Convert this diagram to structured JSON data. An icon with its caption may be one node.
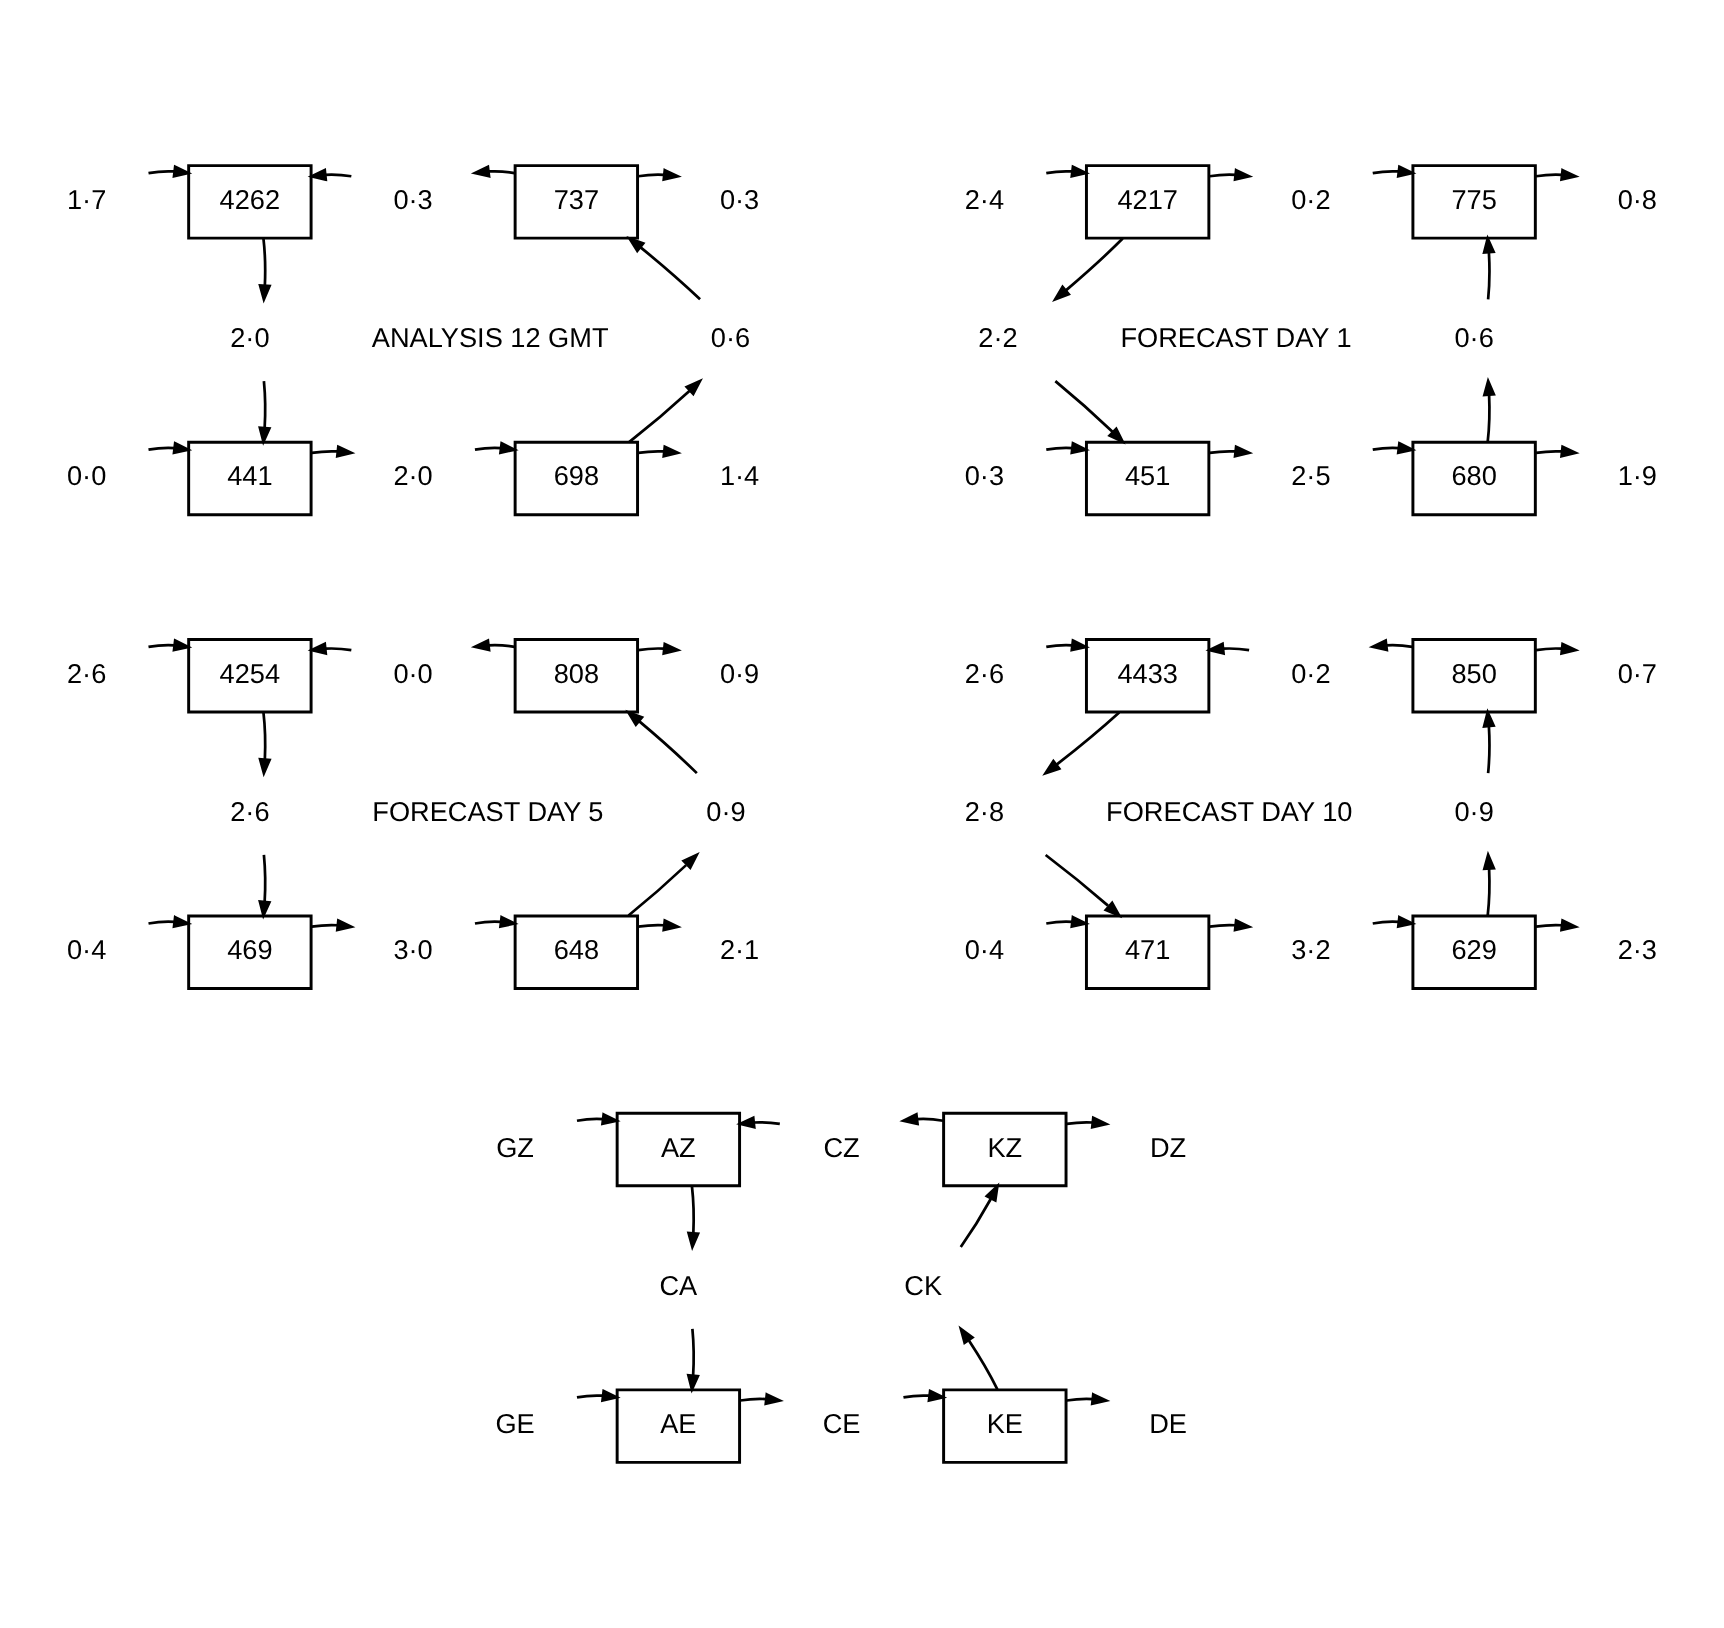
{
  "diagram": {
    "nodes": [
      {
        "text": [
          "1·7"
        ]
      },
      {
        "text": [
          "4262"
        ]
      },
      {
        "text": [
          "0·3"
        ]
      },
      {
        "text": [
          "737"
        ]
      },
      {
        "text": [
          "0·3"
        ]
      },
      {
        "text": [
          "2·0"
        ]
      },
      {
        "text": [
          "0·6"
        ]
      },
      {
        "text": [
          "0·0"
        ]
      },
      {
        "text": [
          "441"
        ]
      },
      {
        "text": [
          "2·0"
        ]
      },
      {
        "text": [
          "698"
        ]
      },
      {
        "text": [
          "1·4"
        ]
      },
      {
        "text": [
          "2·4"
        ]
      },
      {
        "text": [
          "4217"
        ]
      },
      {
        "text": [
          "0·2"
        ]
      },
      {
        "text": [
          "775"
        ]
      },
      {
        "text": [
          "0·8"
        ]
      },
      {
        "text": [
          "2·2"
        ]
      },
      {
        "text": [
          "0·6"
        ]
      },
      {
        "text": [
          "0·3"
        ]
      },
      {
        "text": [
          "451"
        ]
      },
      {
        "text": [
          "2·5"
        ]
      },
      {
        "text": [
          "680"
        ]
      },
      {
        "text": [
          "1·9"
        ]
      },
      {
        "text": [
          "2·6"
        ]
      },
      {
        "text": [
          "4254"
        ]
      },
      {
        "text": [
          "0·0"
        ]
      },
      {
        "text": [
          "808"
        ]
      },
      {
        "text": [
          "0·9"
        ]
      },
      {
        "text": [
          "2·6"
        ]
      },
      {
        "text": [
          "0·9"
        ]
      },
      {
        "text": [
          "0·4"
        ]
      },
      {
        "text": [
          "469"
        ]
      },
      {
        "text": [
          "3·0"
        ]
      },
      {
        "text": [
          "648"
        ]
      },
      {
        "text": [
          "2·1"
        ]
      },
      {
        "text": [
          "2·6"
        ]
      },
      {
        "text": [
          "4433"
        ]
      },
      {
        "text": [
          "0·2"
        ]
      },
      {
        "text": [
          "850"
        ]
      },
      {
        "text": [
          "0·7"
        ]
      },
      {
        "text": [
          "2·8"
        ]
      },
      {
        "text": [
          "0·9"
        ]
      },
      {
        "text": [
          "0·4"
        ]
      },
      {
        "text": [
          "471"
        ]
      },
      {
        "text": [
          "3·2"
        ]
      },
      {
        "text": [
          "629"
        ]
      },
      {
        "text": [
          "2·3"
        ]
      },
      {
        "text": [
          "GZ"
        ]
      },
      {
        "text": [
          "AZ"
        ]
      },
      {
        "text": [
          "CZ"
        ]
      },
      {
        "text": [
          "KZ"
        ]
      },
      {
        "text": [
          "DZ"
        ]
      },
      {
        "text": [
          "CA"
        ]
      },
      {
        "text": [
          "CK"
        ]
      },
      {
        "text": [
          "GE"
        ]
      },
      {
        "text": [
          "AE"
        ]
      },
      {
        "text": [
          "CE"
        ]
      },
      {
        "text": [
          "KE"
        ]
      },
      {
        "text": [
          "DE"
        ]
      }
    ],
    "edges": [
      {
        "from": 0,
        "to": 1,
        "arrow": "to"
      },
      {
        "from": 3,
        "to": 2,
        "arrow": "to"
      },
      {
        "from": 2,
        "to": 1,
        "arrow": "to"
      },
      {
        "from": 3,
        "to": 4,
        "arrow": "to"
      },
      {
        "from": 1,
        "to": 5,
        "arrow": "to"
      },
      {
        "from": 5,
        "to": 8,
        "arrow": "to"
      },
      {
        "from": 10,
        "to": 6,
        "arrow": "to"
      },
      {
        "from": 6,
        "to": 3,
        "arrow": "to"
      },
      {
        "from": 7,
        "to": 8,
        "arrow": "to"
      },
      {
        "from": 8,
        "to": 9,
        "arrow": "to"
      },
      {
        "from": 9,
        "to": 10,
        "arrow": "to"
      },
      {
        "from": 10,
        "to": 11,
        "arrow": "to"
      },
      {
        "from": 12,
        "to": 13,
        "arrow": "to"
      },
      {
        "from": 13,
        "to": 14,
        "arrow": "to"
      },
      {
        "from": 14,
        "to": 15,
        "arrow": "to"
      },
      {
        "from": 15,
        "to": 16,
        "arrow": "to"
      },
      {
        "from": 13,
        "to": 17,
        "arrow": "to"
      },
      {
        "from": 17,
        "to": 20,
        "arrow": "to"
      },
      {
        "from": 22,
        "to": 18,
        "arrow": "to"
      },
      {
        "from": 18,
        "to": 15,
        "arrow": "to"
      },
      {
        "from": 19,
        "to": 20,
        "arrow": "to"
      },
      {
        "from": 20,
        "to": 21,
        "arrow": "to"
      },
      {
        "from": 21,
        "to": 22,
        "arrow": "to"
      },
      {
        "from": 22,
        "to": 23,
        "arrow": "to"
      },
      {
        "from": 24,
        "to": 25,
        "arrow": "to"
      },
      {
        "from": 27,
        "to": 26,
        "arrow": "to"
      },
      {
        "from": 26,
        "to": 25,
        "arrow": "to"
      },
      {
        "from": 27,
        "to": 28,
        "arrow": "to"
      },
      {
        "from": 25,
        "to": 29,
        "arrow": "to"
      },
      {
        "from": 29,
        "to": 32,
        "arrow": "to"
      },
      {
        "from": 34,
        "to": 30,
        "arrow": "to"
      },
      {
        "from": 30,
        "to": 27,
        "arrow": "to"
      },
      {
        "from": 31,
        "to": 32,
        "arrow": "to"
      },
      {
        "from": 32,
        "to": 33,
        "arrow": "to"
      },
      {
        "from": 33,
        "to": 34,
        "arrow": "to"
      },
      {
        "from": 34,
        "to": 35,
        "arrow": "to"
      },
      {
        "from": 36,
        "to": 37,
        "arrow": "to"
      },
      {
        "from": 39,
        "to": 38,
        "arrow": "to"
      },
      {
        "from": 38,
        "to": 37,
        "arrow": "to"
      },
      {
        "from": 39,
        "to": 40,
        "arrow": "to"
      },
      {
        "from": 37,
        "to": 41,
        "arrow": "to"
      },
      {
        "from": 41,
        "to": 44,
        "arrow": "to"
      },
      {
        "from": 46,
        "to": 42,
        "arrow": "to"
      },
      {
        "from": 42,
        "to": 39,
        "arrow": "to"
      },
      {
        "from": 43,
        "to": 44,
        "arrow": "to"
      },
      {
        "from": 44,
        "to": 45,
        "arrow": "to"
      },
      {
        "from": 45,
        "to": 46,
        "arrow": "to"
      },
      {
        "from": 46,
        "to": 47,
        "arrow": "to"
      },
      {
        "from": 48,
        "to": 49,
        "arrow": "to"
      },
      {
        "from": 51,
        "to": 50,
        "arrow": "to"
      },
      {
        "from": 50,
        "to": 49,
        "arrow": "to"
      },
      {
        "from": 51,
        "to": 52,
        "arrow": "to"
      },
      {
        "from": 49,
        "to": 53,
        "arrow": "to"
      },
      {
        "from": 53,
        "to": 56,
        "arrow": "to"
      },
      {
        "from": 58,
        "to": 54,
        "arrow": "to"
      },
      {
        "from": 54,
        "to": 51,
        "arrow": "to"
      },
      {
        "from": 55,
        "to": 56,
        "arrow": "to"
      },
      {
        "from": 56,
        "to": 57,
        "arrow": "to"
      },
      {
        "from": 57,
        "to": 58,
        "arrow": "to"
      },
      {
        "from": 58,
        "to": 59,
        "arrow": "to"
      }
    ],
    "labels": [
      "ANALYSIS 12 GMT",
      "FORECAST DAY 1",
      "FORECAST DAY 5",
      "FORECAST DAY 10"
    ]
  }
}
